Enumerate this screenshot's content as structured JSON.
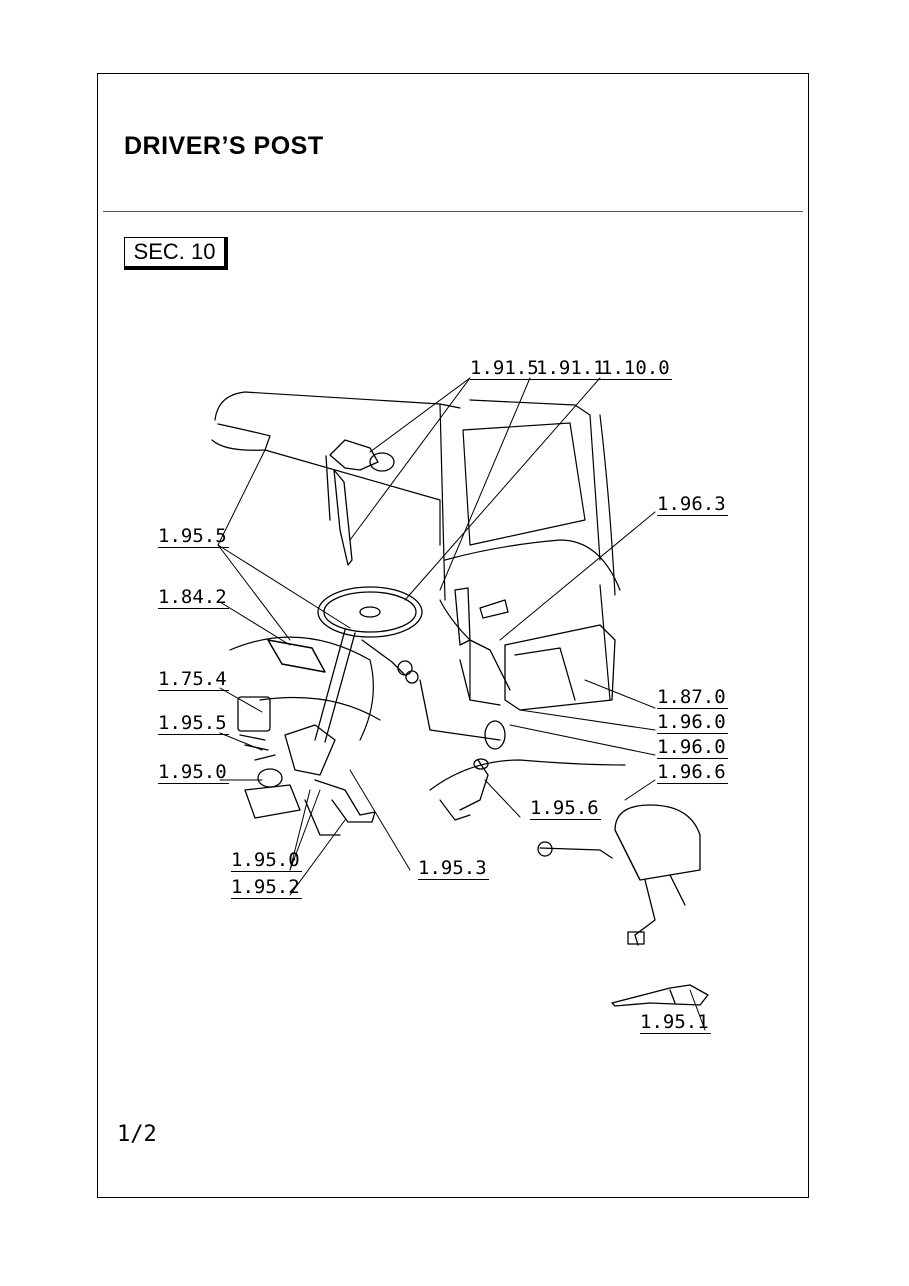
{
  "header": {
    "title": "DRIVER’S  POST"
  },
  "section": {
    "label": "SEC. 10"
  },
  "callouts": {
    "c1": "1.91.5",
    "c2": "1.91.1",
    "c3": "1.10.0",
    "c4": "1.96.3",
    "c5": "1.95.5",
    "c6": "1.84.2",
    "c7": "1.75.4",
    "c8": "1.95.5",
    "c9": "1.95.0",
    "c10": "1.87.0",
    "c11": "1.96.0",
    "c12": "1.96.0",
    "c13": "1.96.6",
    "c14": "1.95.6",
    "c15": "1.95.0",
    "c16": "1.95.3",
    "c17": "1.95.2",
    "c18": "1.95.1"
  },
  "footer": {
    "page": "1/2"
  }
}
